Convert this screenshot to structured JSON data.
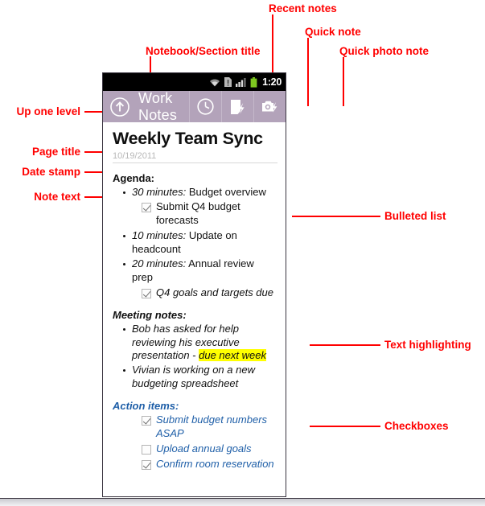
{
  "colors": {
    "annotation": "#ff0000",
    "actionbar": "#b3a3ba",
    "highlight": "#ffff00",
    "action_item_blue": "#1f5fa8",
    "date_gray": "#b8b8b8"
  },
  "statusbar": {
    "time": "1:20",
    "icons": [
      "wifi-icon",
      "sdcard-warning-icon",
      "signal-bars-icon",
      "battery-icon"
    ]
  },
  "actionbar": {
    "up_icon": "up-arrow-circle-icon",
    "title": "Work Notes",
    "buttons": [
      {
        "icon": "clock-icon",
        "name": "recent-notes-button"
      },
      {
        "icon": "quick-note-icon",
        "name": "quick-note-button"
      },
      {
        "icon": "quick-photo-note-icon",
        "name": "quick-photo-note-button"
      }
    ]
  },
  "note": {
    "title": "Weekly Team Sync",
    "date": "10/19/2011",
    "agenda": {
      "heading": "Agenda:",
      "items": [
        {
          "type": "bullet",
          "time": "30 minutes:",
          "text": " Budget overview"
        },
        {
          "type": "checkbox",
          "checked": true,
          "text": "Submit Q4 budget forecasts",
          "italic": false
        },
        {
          "type": "bullet",
          "time": "10 minutes:",
          "text": " Update on headcount"
        },
        {
          "type": "bullet",
          "time": "20 minutes:",
          "text": " Annual review prep"
        },
        {
          "type": "checkbox",
          "checked": true,
          "text": "Q4 goals and targets due",
          "italic": true
        }
      ]
    },
    "meeting_notes": {
      "heading": "Meeting notes:",
      "items": [
        {
          "text_before": "Bob has asked for help reviewing his executive presentation - ",
          "highlight": "due next week",
          "text_after": ""
        },
        {
          "text_before": "Vivian is working on a new budgeting spreadsheet",
          "highlight": "",
          "text_after": ""
        }
      ]
    },
    "action_items": {
      "heading": "Action items:",
      "items": [
        {
          "checked": true,
          "text": "Submit budget numbers ASAP"
        },
        {
          "checked": false,
          "text": "Upload annual goals"
        },
        {
          "checked": true,
          "text": "Confirm room reservation"
        }
      ]
    }
  },
  "annotations": {
    "recent_notes": "Recent notes",
    "quick_note": "Quick note",
    "quick_photo_note": "Quick photo note",
    "notebook_section_title": "Notebook/Section title",
    "up_one_level": "Up one level",
    "page_title": "Page title",
    "date_stamp": "Date stamp",
    "note_text": "Note text",
    "bulleted_list": "Bulleted list",
    "text_highlighting": "Text highlighting",
    "checkboxes": "Checkboxes"
  }
}
